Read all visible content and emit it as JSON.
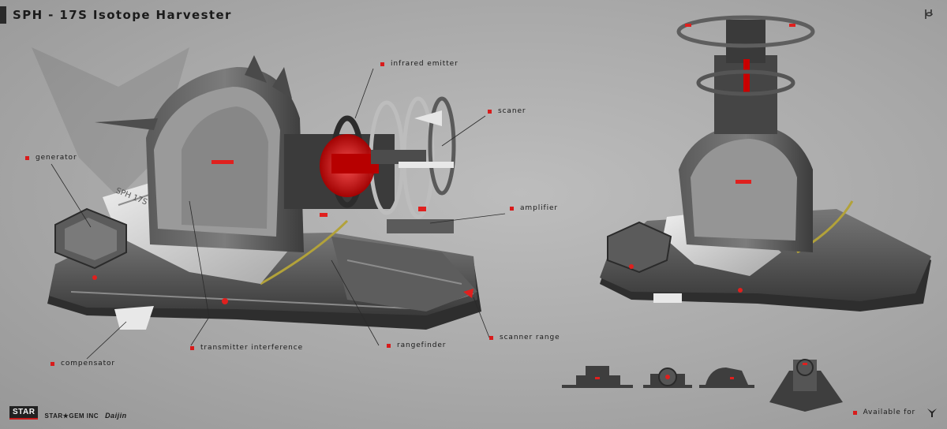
{
  "title": "SPH - 17S Isotope Harvester",
  "hull_marking": "SPH 17S",
  "labels": {
    "infrared_emitter": "infrared emitter",
    "scaner": "scaner",
    "generator": "generator",
    "amplifier": "amplifier",
    "scanner_range": "scanner range",
    "rangefinder": "rangefinder",
    "transmitter_interference": "transmitter interference",
    "compensator": "compensator"
  },
  "footer": {
    "logo_star": "STAR",
    "logo_gem": "STAR★GEM INC",
    "logo_publisher": "Daijin",
    "available_for": "Available for"
  },
  "colors": {
    "accent_red": "#d81b1b",
    "hull_dark": "#3e3e3e",
    "hull_panel": "#6e6e6e",
    "hull_light": "#d9d9d9",
    "trim_yellow": "#b2a23a"
  },
  "icons": [
    "brand-mark-icon",
    "platform-icon"
  ]
}
